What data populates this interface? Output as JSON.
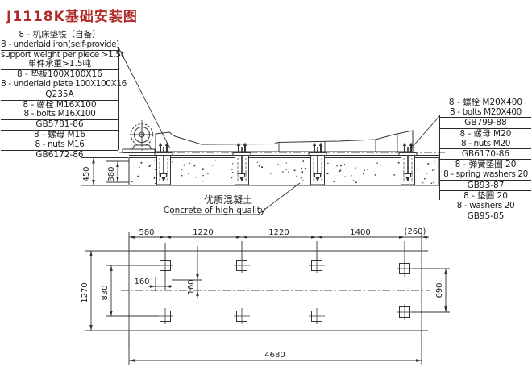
{
  "title": {
    "text": "J1118K基础安装图",
    "color": "#b02b27"
  },
  "left_parts_list": {
    "rows": [
      "8 - 机床垫铁（自备）",
      "8 - underlaid iron(self-provide)",
      "support weight per piece >1.5t",
      "单件承重>1.5吨",
      "8 - 垫板100X100X16",
      "8 - underlaid plate 100X100X16",
      "Q235A",
      "8 - 螺栓 M16X100",
      "8 - bolts M16X100",
      "GB5781-86",
      "8 - 螺母 M16",
      "8 - nuts M16",
      "GB6172-86"
    ]
  },
  "right_parts_list": {
    "rows": [
      "8 - 螺栓 M20X400",
      "8 - bolts M20X400",
      "GB799-88",
      "8 - 螺母 M20",
      "8 - nuts M20",
      "GB6170-86",
      "8 - 弹簧垫圈 20",
      "8 - spring washers 20",
      "GB93-87",
      "8 - 垫圈 20",
      "8 - washers 20",
      "GB95-85"
    ]
  },
  "side_view": {
    "dim_450": "450",
    "dim_380": "380",
    "concrete_label_cn": "优质混凝土",
    "concrete_label_en": "Concrete of high quality"
  },
  "plan_view": {
    "dim_580": "580",
    "dim_1220a": "1220",
    "dim_1220b": "1220",
    "dim_1400": "1400",
    "dim_260": "(260)",
    "dim_4680": "4680",
    "dim_1270": "1270",
    "dim_830": "830",
    "dim_690": "690",
    "dim_160h": "160",
    "dim_160v": "160"
  },
  "line_color": "#333333",
  "drawing_type": "foundation installation drawing"
}
